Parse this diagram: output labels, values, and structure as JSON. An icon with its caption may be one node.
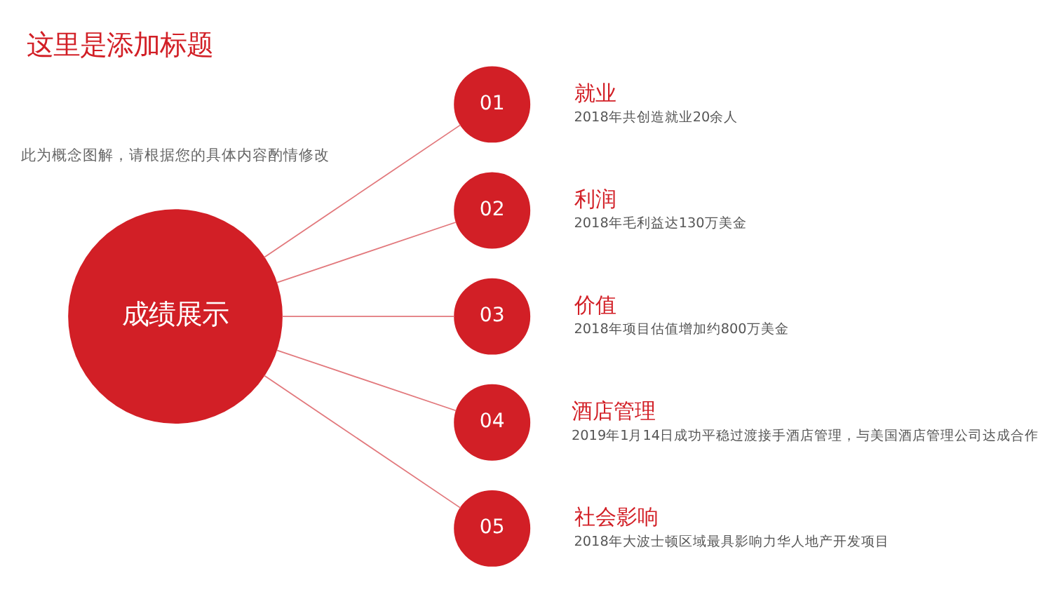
{
  "diagram": {
    "title": "这里是添加标题",
    "nodes": [
      {
        "text": [
          "成绩展示"
        ]
      },
      {
        "text": [
          "01"
        ],
        "beside": [
          "就业",
          "2018年共创造就业20余人"
        ]
      },
      {
        "text": [
          "02"
        ],
        "beside": [
          "利润",
          "2018年毛利益达130万美金"
        ]
      },
      {
        "text": [
          "03"
        ],
        "beside": [
          "价值",
          "2018年项目估值增加约800万美金"
        ]
      },
      {
        "text": [
          "04"
        ],
        "beside": [
          "酒店管理",
          "2019年1月14日成功平稳过渡接手酒店管理，与美国酒店管理公司达成合作"
        ]
      },
      {
        "text": [
          "05"
        ],
        "beside": [
          "社会影响",
          "2018年大波士顿区域最具影响力华人地产开发项目"
        ]
      }
    ],
    "edges": [
      {
        "from": 0,
        "to": 1,
        "arrow": "none"
      },
      {
        "from": 0,
        "to": 2,
        "arrow": "none"
      },
      {
        "from": 0,
        "to": 3,
        "arrow": "none"
      },
      {
        "from": 0,
        "to": 4,
        "arrow": "none"
      },
      {
        "from": 0,
        "to": 5,
        "arrow": "none"
      }
    ],
    "labels": [
      "此为概念图解，请根据您的具体内容酌情修改"
    ]
  }
}
